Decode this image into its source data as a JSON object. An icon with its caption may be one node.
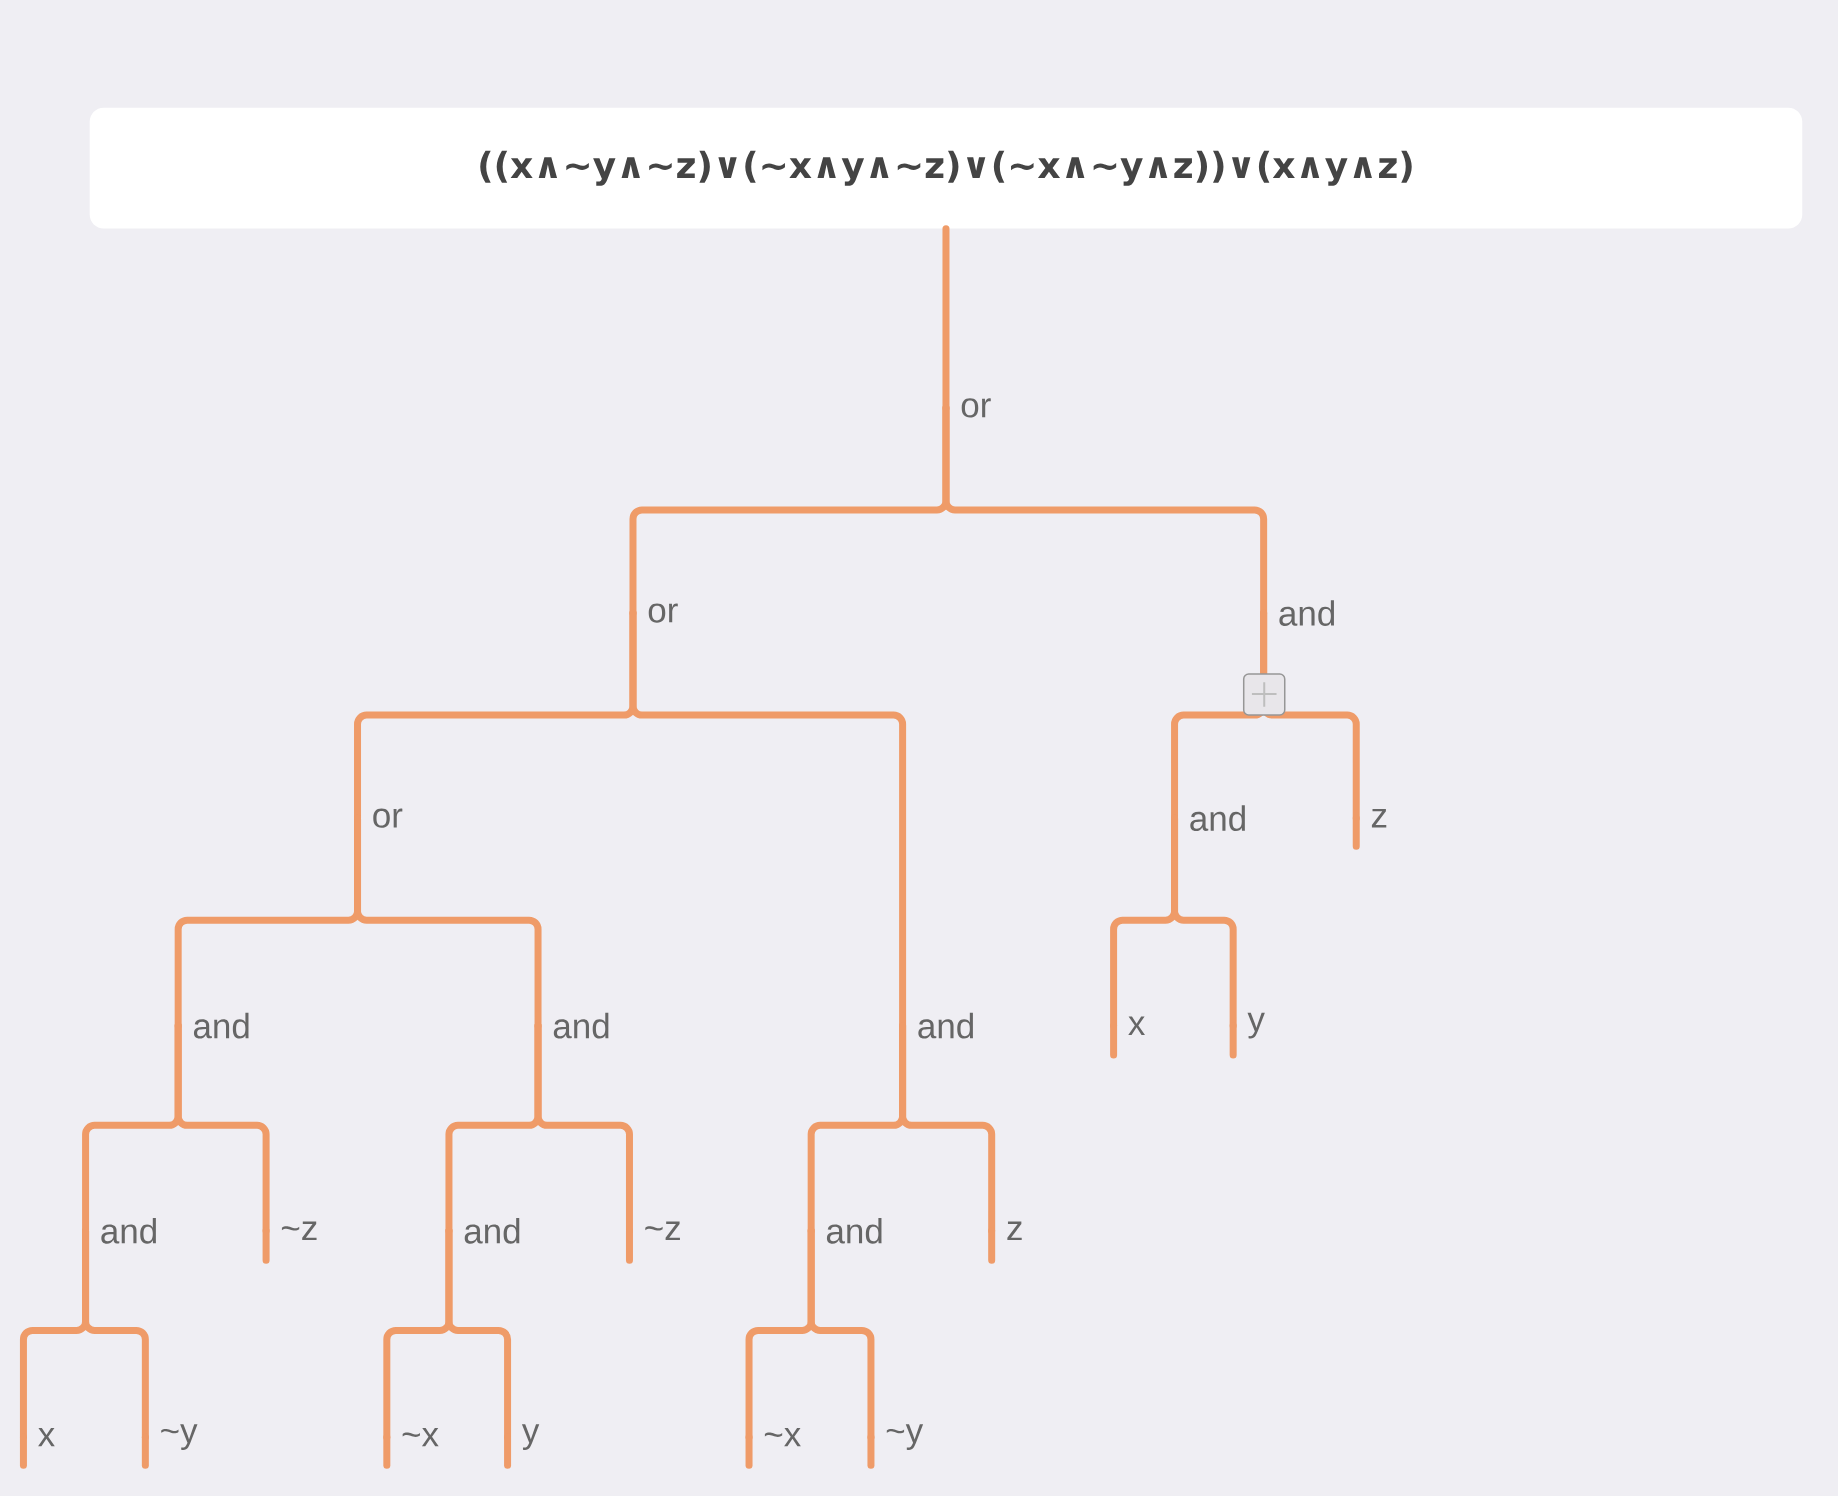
{
  "diagram": {
    "nodes": [
      {
        "text": [
          "((x∧~y∧~z)∨(~x∧y∧~z)∨(~x∧~y∧z))∨(x∧y∧z)"
        ]
      },
      {
        "text": [
          "or"
        ]
      },
      {
        "text": [
          "or"
        ]
      },
      {
        "text": [
          "and"
        ]
      },
      {
        "text": [
          "or"
        ]
      },
      {
        "text": [
          "and"
        ]
      },
      {
        "text": [
          "and"
        ]
      },
      {
        "text": [
          "z"
        ]
      },
      {
        "text": [
          "and"
        ]
      },
      {
        "text": [
          "and"
        ]
      },
      {
        "text": [
          "and"
        ]
      },
      {
        "text": [
          "~z"
        ]
      },
      {
        "text": [
          "and"
        ]
      },
      {
        "text": [
          "~z"
        ]
      },
      {
        "text": [
          "and"
        ]
      },
      {
        "text": [
          "z"
        ]
      },
      {
        "text": [
          "x"
        ]
      },
      {
        "text": [
          "y"
        ]
      },
      {
        "text": [
          "x"
        ]
      },
      {
        "text": [
          "~y"
        ]
      },
      {
        "text": [
          "~x"
        ]
      },
      {
        "text": [
          "y"
        ]
      },
      {
        "text": [
          "~x"
        ]
      },
      {
        "text": [
          "~y"
        ]
      }
    ],
    "edges": [
      {
        "from": 0,
        "to": 1,
        "arrow": "none"
      },
      {
        "from": 1,
        "to": 2,
        "arrow": "none"
      },
      {
        "from": 1,
        "to": 3,
        "arrow": "none"
      },
      {
        "from": 2,
        "to": 4,
        "arrow": "none"
      },
      {
        "from": 2,
        "to": 5,
        "arrow": "none"
      },
      {
        "from": 3,
        "to": 6,
        "arrow": "none"
      },
      {
        "from": 3,
        "to": 7,
        "arrow": "none"
      },
      {
        "from": 4,
        "to": 8,
        "arrow": "none"
      },
      {
        "from": 4,
        "to": 9,
        "arrow": "none"
      },
      {
        "from": 8,
        "to": 10,
        "arrow": "none"
      },
      {
        "from": 8,
        "to": 11,
        "arrow": "none"
      },
      {
        "from": 9,
        "to": 12,
        "arrow": "none"
      },
      {
        "from": 9,
        "to": 13,
        "arrow": "none"
      },
      {
        "from": 5,
        "to": 14,
        "arrow": "none"
      },
      {
        "from": 5,
        "to": 15,
        "arrow": "none"
      },
      {
        "from": 6,
        "to": 16,
        "arrow": "none"
      },
      {
        "from": 6,
        "to": 17,
        "arrow": "none"
      },
      {
        "from": 10,
        "to": 18,
        "arrow": "none"
      },
      {
        "from": 10,
        "to": 19,
        "arrow": "none"
      },
      {
        "from": 12,
        "to": 20,
        "arrow": "none"
      },
      {
        "from": 12,
        "to": 21,
        "arrow": "none"
      },
      {
        "from": 14,
        "to": 22,
        "arrow": "none"
      },
      {
        "from": 14,
        "to": 23,
        "arrow": "none"
      }
    ]
  }
}
